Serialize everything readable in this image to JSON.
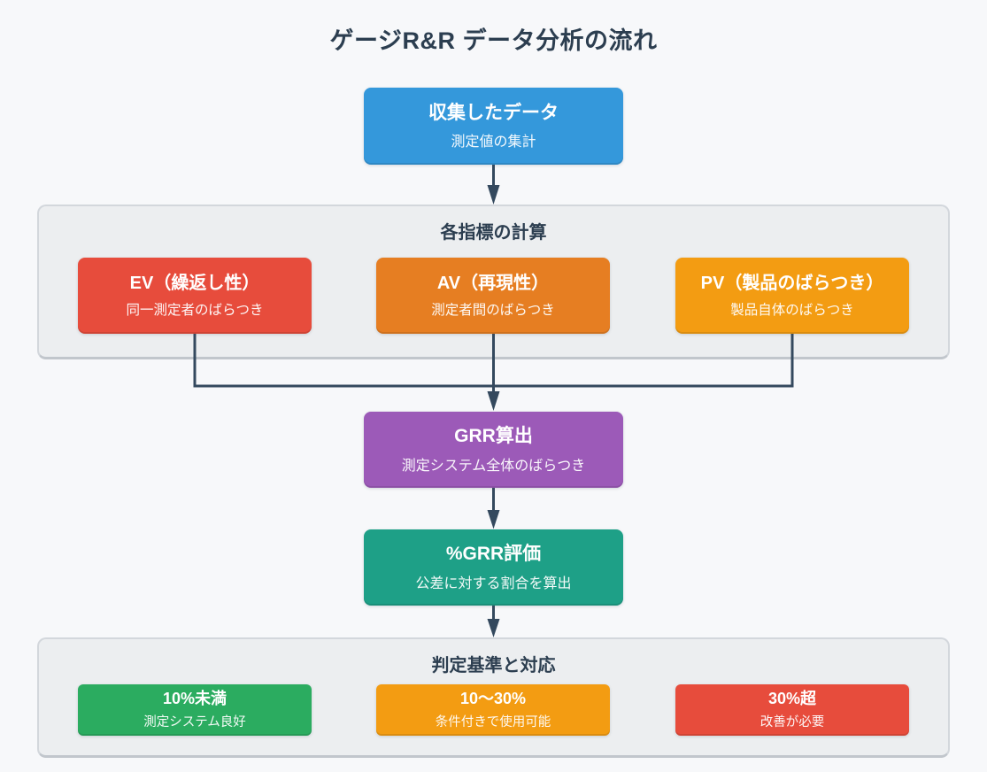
{
  "title": "ゲージR&R データ分析の流れ",
  "colors": {
    "background": "#F7F8FA",
    "heading": "#2C3E50",
    "connector": "#34495E",
    "container_bg": "#ECEEF0",
    "container_border": "#D3D7DC",
    "blue": "#3498DB",
    "red": "#E74C3C",
    "orange": "#E67E22",
    "amber": "#F39C12",
    "purple": "#9C5AB8",
    "teal": "#1EA087",
    "green": "#2BAC60"
  },
  "nodes": {
    "collect": {
      "title": "収集したデータ",
      "subtitle": "測定値の集計",
      "color": "#3498DB"
    },
    "grr": {
      "title": "GRR算出",
      "subtitle": "測定システム全体のばらつき",
      "color": "#9C5AB8"
    },
    "pgrr": {
      "title": "%GRR評価",
      "subtitle": "公差に対する割合を算出",
      "color": "#1EA087"
    }
  },
  "groups": {
    "metrics": {
      "header": "各指標の計算",
      "items": [
        {
          "title": "EV（繰返し性）",
          "subtitle": "同一測定者のばらつき",
          "color": "#E74C3C"
        },
        {
          "title": "AV（再現性）",
          "subtitle": "測定者間のばらつき",
          "color": "#E67E22"
        },
        {
          "title": "PV（製品のばらつき）",
          "subtitle": "製品自体のばらつき",
          "color": "#F39C12"
        }
      ]
    },
    "judgement": {
      "header": "判定基準と対応",
      "items": [
        {
          "title": "10%未満",
          "subtitle": "測定システム良好",
          "color": "#2BAC60"
        },
        {
          "title": "10〜30%",
          "subtitle": "条件付きで使用可能",
          "color": "#F39C12"
        },
        {
          "title": "30%超",
          "subtitle": "改善が必要",
          "color": "#E74C3C"
        }
      ]
    }
  }
}
